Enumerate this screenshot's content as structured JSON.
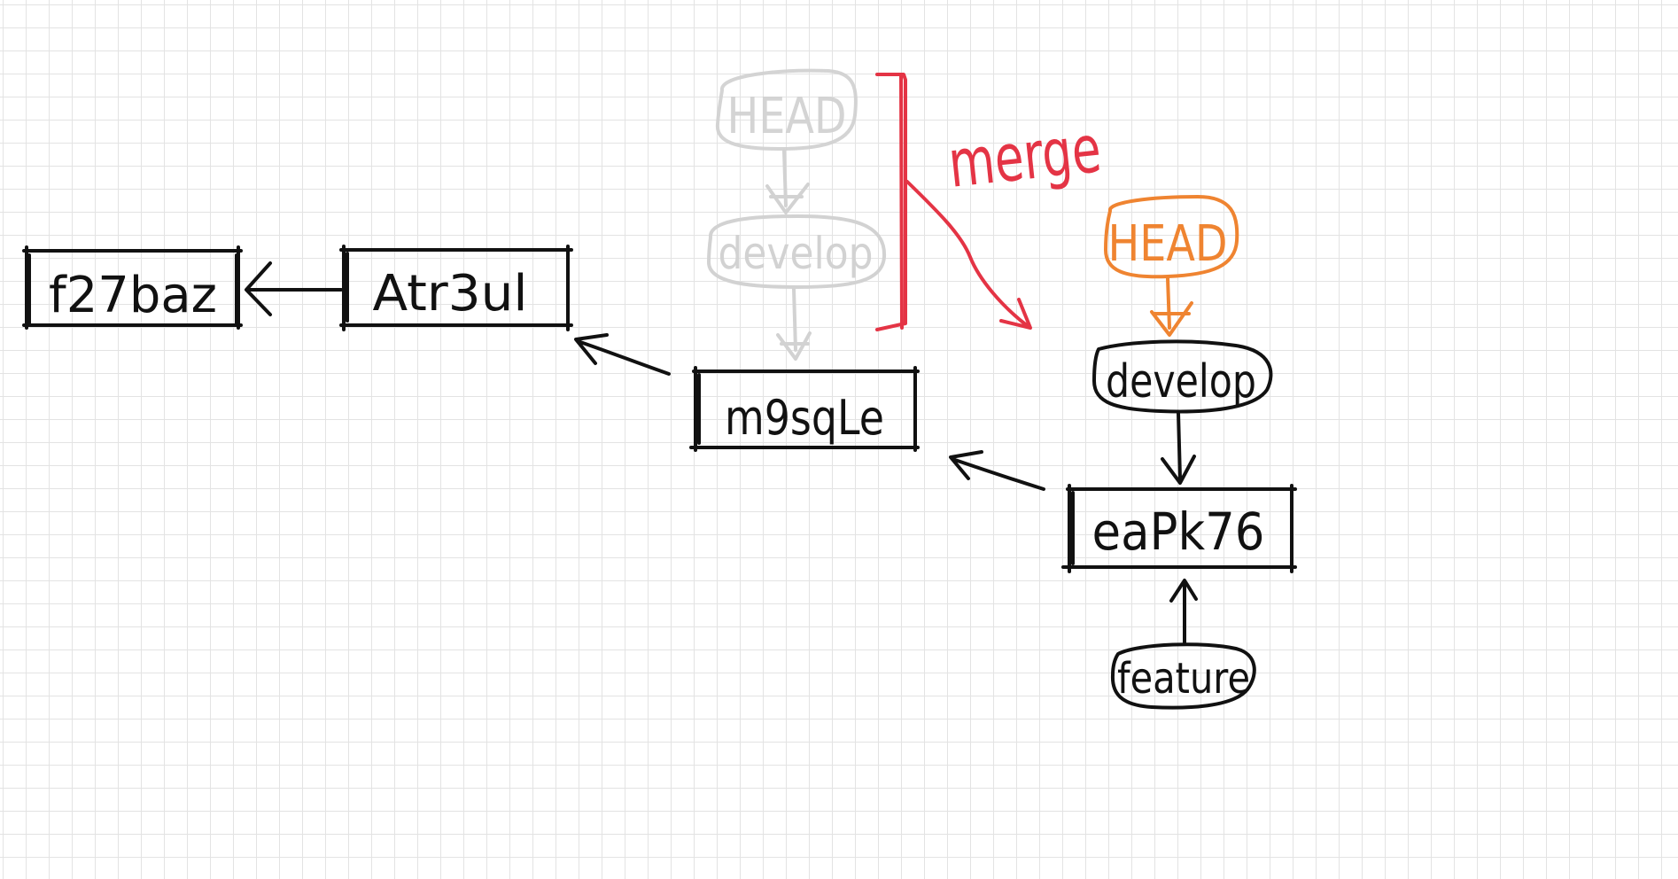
{
  "commits": [
    {
      "id": "f27baz"
    },
    {
      "id": "Atr3ul"
    },
    {
      "id": "m9sqLe"
    },
    {
      "id": "eaPk76"
    }
  ],
  "old_refs": {
    "head": "HEAD",
    "branch": "develop"
  },
  "new_refs": {
    "head": "HEAD",
    "branch": "develop"
  },
  "feature_ref": "feature",
  "operation": {
    "label": "merge"
  },
  "colors": {
    "ink": "#111111",
    "ghost": "#d2d2d2",
    "head_orange": "#ef8431",
    "merge_red": "#e43445",
    "grid": "#e3e3e3"
  }
}
